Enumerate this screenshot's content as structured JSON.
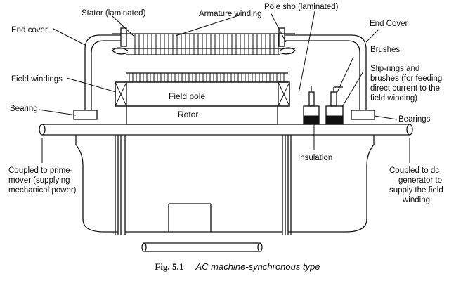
{
  "labels": {
    "stator": "Stator (laminated)",
    "armature_winding": "Armature winding",
    "pole_shoe": "Pole sho (laminated)",
    "end_cover_left": "End cover",
    "end_cover_right": "End Cover",
    "brushes": "Brushes",
    "slip_rings": [
      "Slip-rings and",
      "brushes (for feeding",
      "direct current to the",
      "field winding)"
    ],
    "field_windings": "Field windings",
    "field_pole": "Field pole",
    "rotor": "Rotor",
    "bearing": "Bearing",
    "bearings": "Bearings",
    "insulation": "Insulation",
    "coupled_prime": [
      "Coupled to prime-",
      "mover (supplying",
      "mechanical power)"
    ],
    "coupled_dc": [
      "Coupled to dc",
      "generator to",
      "supply the field",
      "winding"
    ]
  },
  "caption": {
    "figure": "Fig. 5.1",
    "title": "AC machine-synchronous type"
  }
}
